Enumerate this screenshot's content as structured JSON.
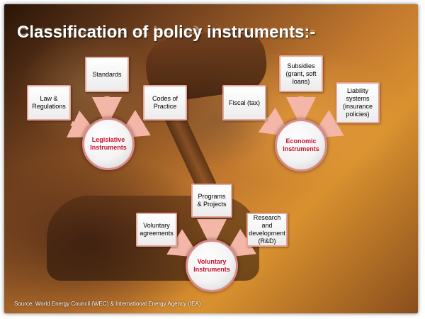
{
  "title": "Classification of policy instruments:-",
  "groups": {
    "legislative": {
      "center": "Legislative Instruments",
      "items": [
        "Law & Regulations",
        "Standards",
        "Codes of Practice"
      ]
    },
    "economic": {
      "center": "Economic Instruments",
      "items": [
        "Fiscal (tax)",
        "Subsidies (grant, soft loans)",
        "Liability systems (insurance policies)"
      ]
    },
    "voluntary": {
      "center": "Voluntary Instruments",
      "items": [
        "Voluntary agreements",
        "Programs & Projects",
        "Research and development (R&D)"
      ]
    }
  },
  "source": "Source: World Energy Council (WEC) & International Energy Agency (IEA)",
  "colors": {
    "center_text": "#c8102e",
    "arrow": "#f4b6a6",
    "box_border": "#e9a59a"
  }
}
